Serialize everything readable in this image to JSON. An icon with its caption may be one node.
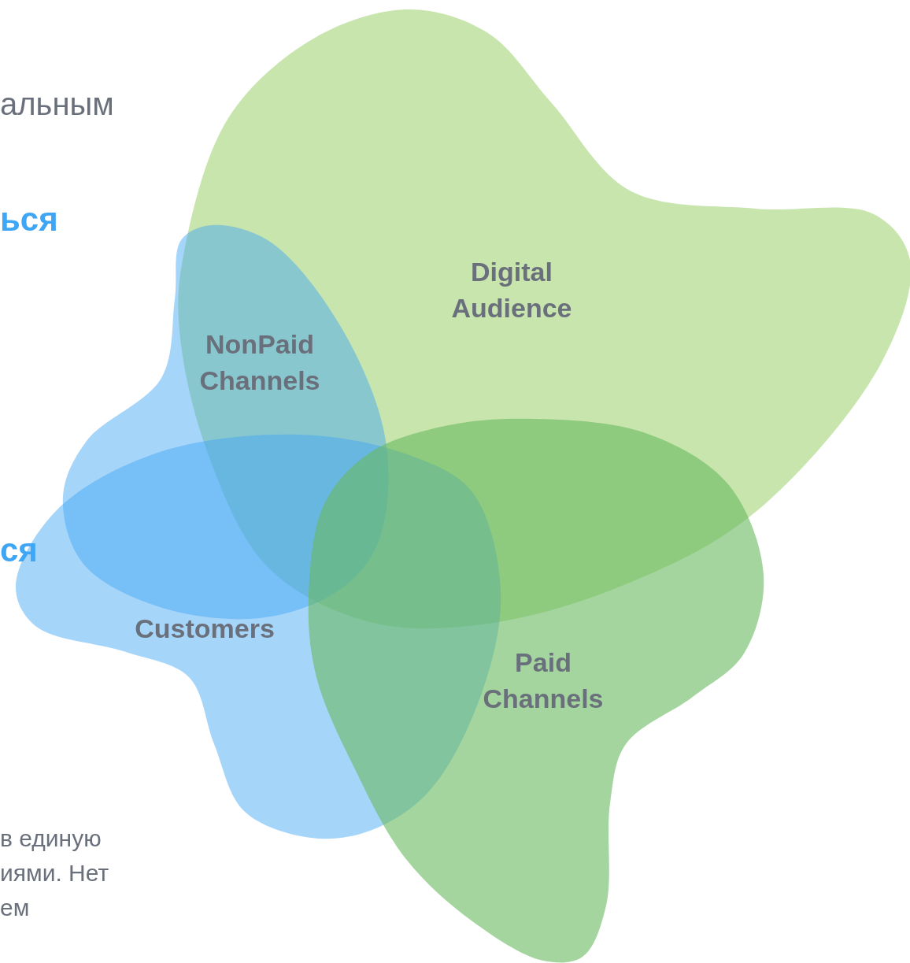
{
  "diagram": {
    "nodes": [
      {
        "text": [
          "Digital Audience"
        ]
      },
      {
        "text": [
          "NonPaid Channels"
        ]
      },
      {
        "text": [
          "Customers"
        ]
      },
      {
        "text": [
          "Paid Channels"
        ]
      }
    ],
    "labels": [
      "альным",
      "ься",
      "ся",
      "в единую",
      "иями. Нет",
      "ем"
    ]
  }
}
